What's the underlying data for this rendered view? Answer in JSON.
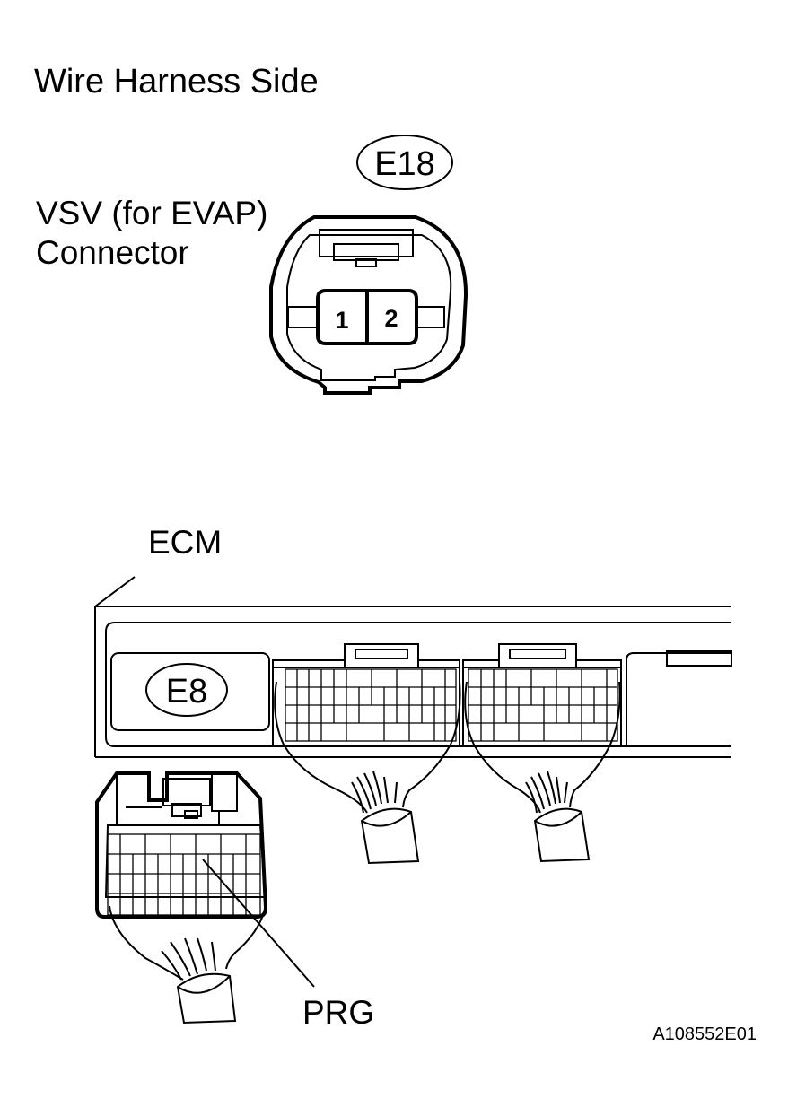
{
  "header": {
    "title": "Wire Harness Side"
  },
  "vsv_connector": {
    "code": "E18",
    "label_line1": "VSV (for EVAP)",
    "label_line2": "Connector",
    "pins": [
      "1",
      "2"
    ]
  },
  "ecm": {
    "label": "ECM",
    "connector_code": "E8",
    "terminal_label": "PRG"
  },
  "figure_id": "A108552E01"
}
